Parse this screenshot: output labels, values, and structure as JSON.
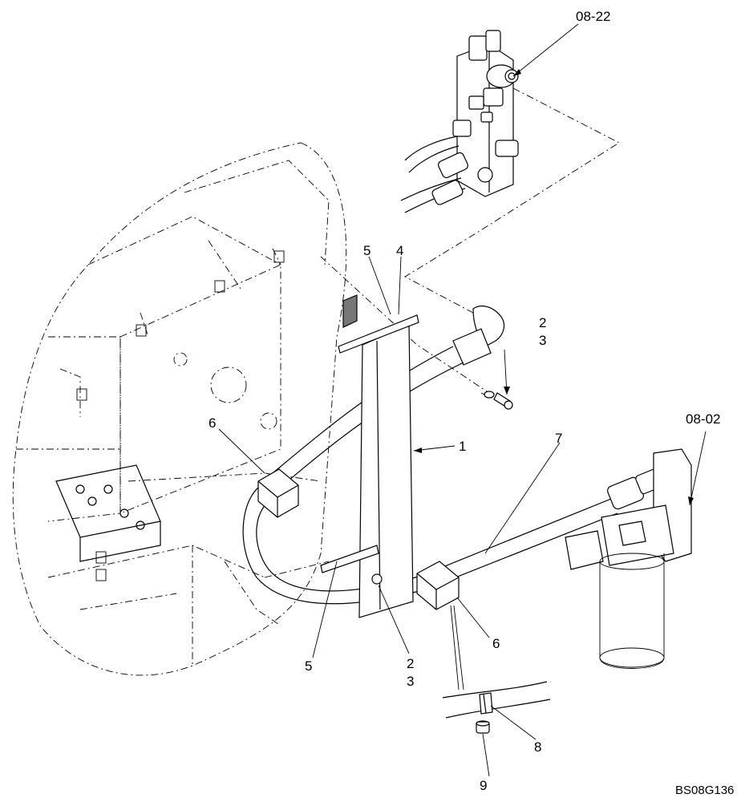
{
  "callouts": {
    "ref_top": "08-22",
    "ref_right": "08-02",
    "item_1": "1",
    "item_2_top": "2",
    "item_3_top": "3",
    "item_2_bottom": "2",
    "item_3_bottom": "3",
    "item_4": "4",
    "item_5_top": "5",
    "item_5_bottom": "5",
    "item_6_left": "6",
    "item_6_right": "6",
    "item_7": "7",
    "item_8": "8",
    "item_9": "9"
  },
  "drawing_code": "BS08G136"
}
